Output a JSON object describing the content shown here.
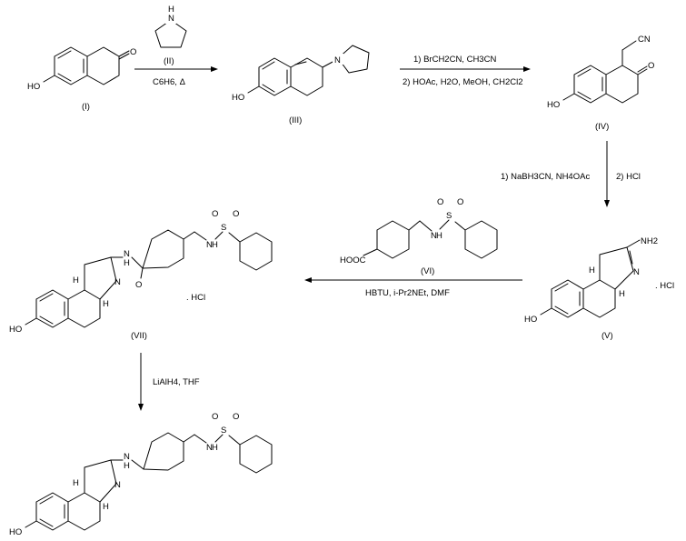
{
  "compounds": {
    "I": {
      "label": "(I)",
      "oh": "HO",
      "o": "O"
    },
    "II": {
      "label": "(II)",
      "n": "N",
      "h": "H"
    },
    "III": {
      "label": "(III)",
      "oh": "HO",
      "n": "N"
    },
    "IV": {
      "label": "(IV)",
      "oh": "HO",
      "o": "O",
      "cn": "CN"
    },
    "V": {
      "label": "(V)",
      "oh": "HO",
      "nh2": "NH2",
      "n": "N",
      "salt": ". HCl",
      "h1": "H",
      "h2": "H"
    },
    "VI": {
      "label": "(VI)",
      "cooh": "HOOC",
      "nh": "N",
      "h": "H",
      "s": "S",
      "o1": "O",
      "o2": "O"
    },
    "VII": {
      "label": "(VII)",
      "oh": "HO",
      "nh": "N",
      "h": "H",
      "o": "O",
      "n": "N",
      "s": "S",
      "o1": "O",
      "o2": "O",
      "nh2": "N",
      "h2": "H",
      "salt": ". HCl",
      "h3": "H",
      "h4": "H"
    },
    "final": {
      "oh": "HO",
      "nh": "N",
      "h": "H",
      "n": "N",
      "s": "S",
      "o1": "O",
      "o2": "O",
      "nh2": "N",
      "h2": "H",
      "h3": "H",
      "h4": "H"
    }
  },
  "steps": {
    "s1": {
      "below": "C6H6, Δ"
    },
    "s2": {
      "line1": "1) BrCH2CN, CH3CN",
      "line2": "2) HOAc, H2O, MeOH, CH2Cl2"
    },
    "s3": {
      "left": "1) NaBH3CN, NH4OAc",
      "right": "2) HCl"
    },
    "s4": {
      "below": "HBTU, i-Pr2NEt, DMF"
    },
    "s5": {
      "right": "LiAlH4, THF"
    }
  }
}
